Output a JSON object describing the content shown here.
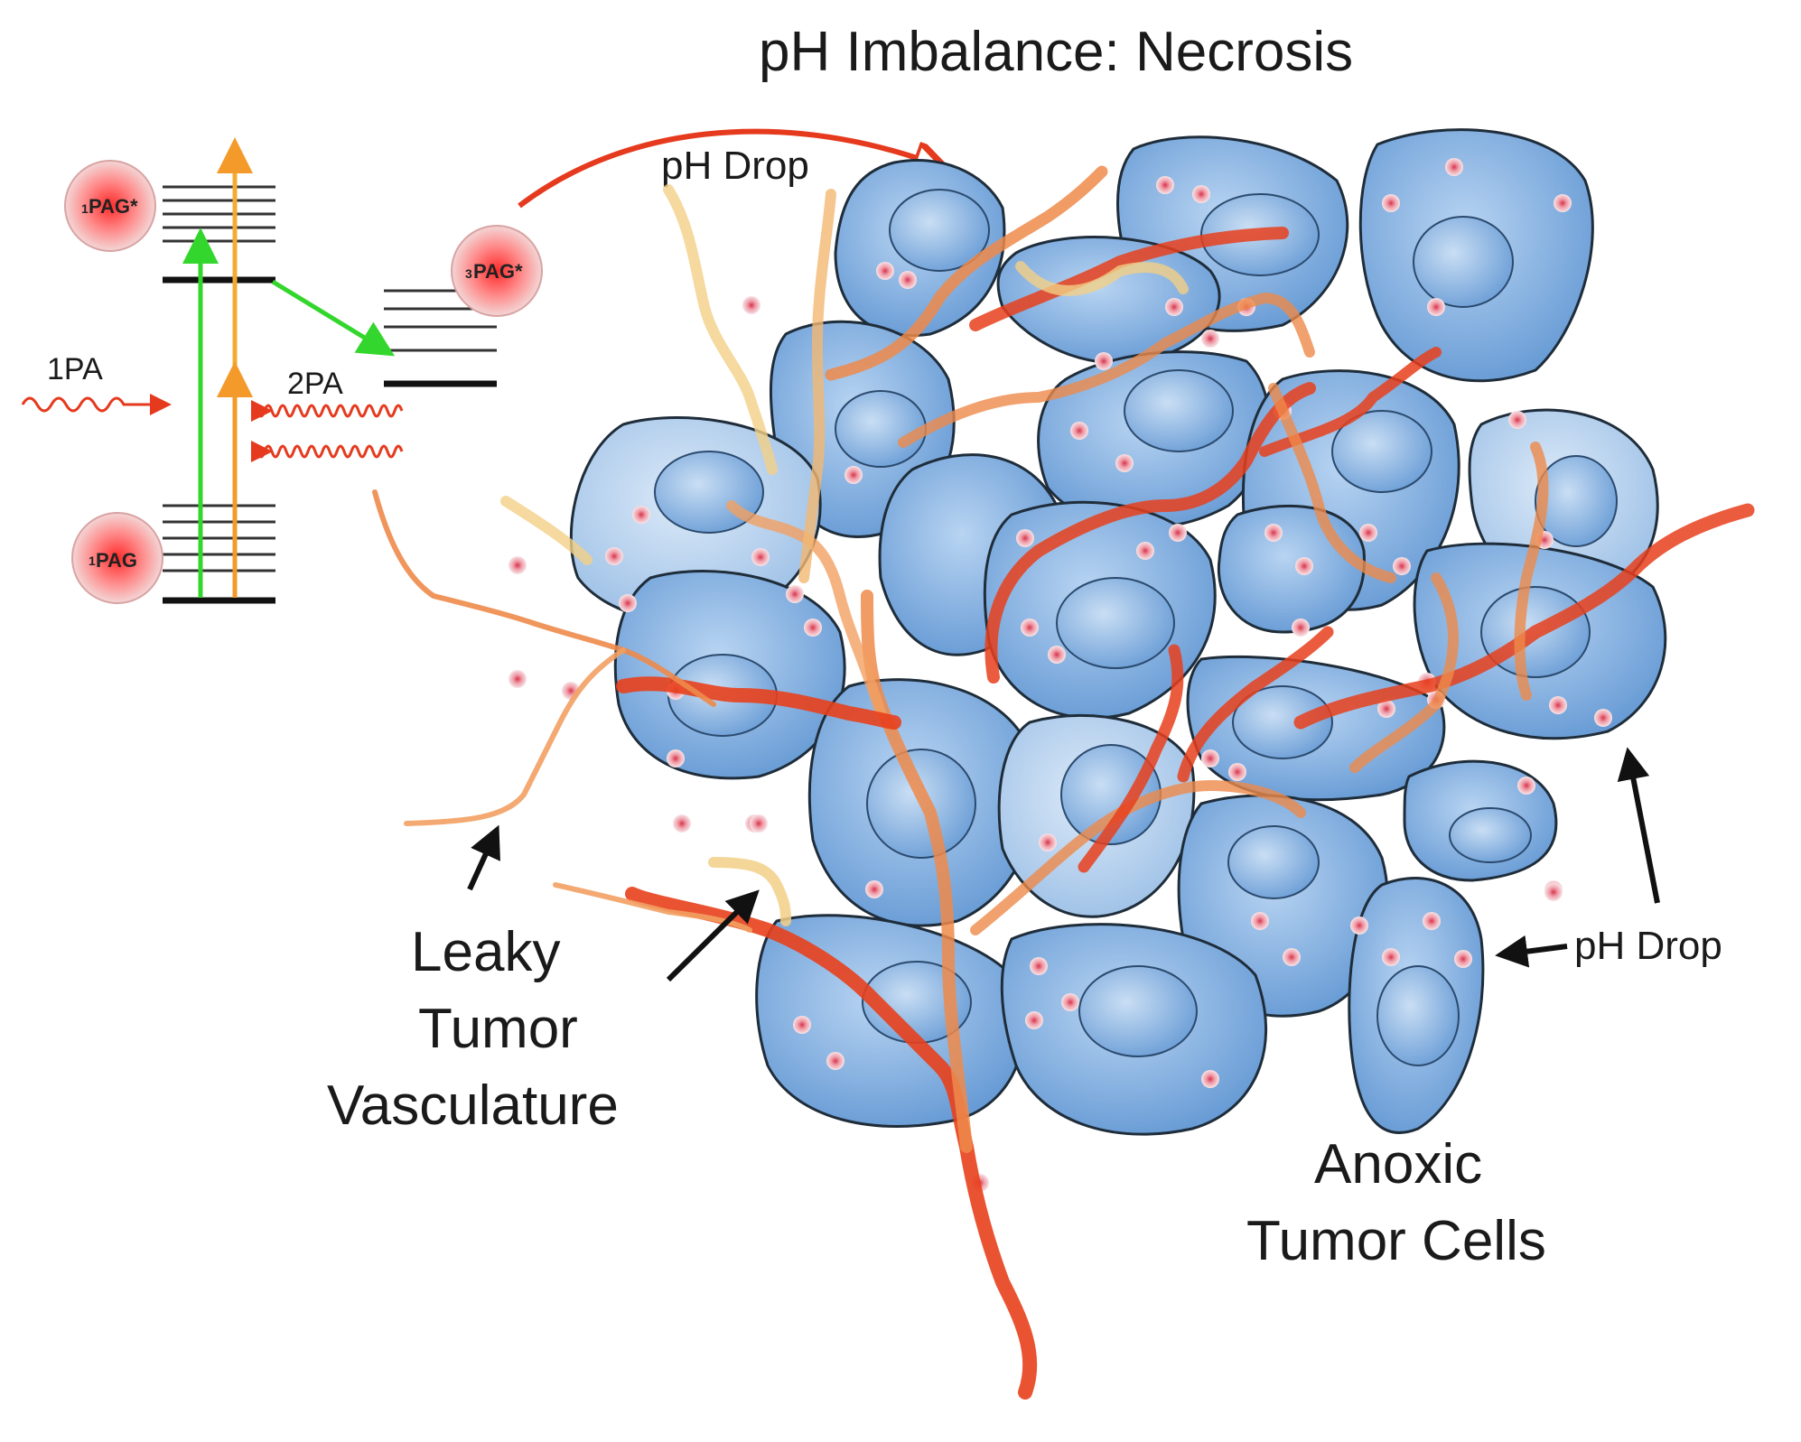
{
  "title": "pH Imbalance: Necrosis",
  "labels": {
    "ph_drop_top": "pH Drop",
    "ph_drop_right": "pH Drop",
    "one_pa": "1PA",
    "two_pa": "2PA",
    "pag_singlet_excited": "PAG*",
    "pag_singlet_excited_sup": "1",
    "pag_triplet_excited": "PAG*",
    "pag_triplet_excited_sup": "3",
    "pag_ground": "PAG",
    "pag_ground_sup": "1"
  },
  "vasculature_label": [
    "Leaky",
    "Tumor",
    "Vasculature"
  ],
  "cells_label": [
    "Anoxic",
    "Tumor Cells"
  ],
  "colors": {
    "cell_fill_light": "#a9c9ec",
    "cell_fill_dark": "#5d94d3",
    "cell_stroke": "#1f2d3a",
    "vessel_red": "#e8401c",
    "vessel_orange": "#ee8a4a",
    "vessel_pale": "#f2cf86",
    "arrow_green": "#33d62c",
    "arrow_orange": "#f39a2a",
    "arrow_red": "#e53a1e",
    "proton": "#e05a6a"
  }
}
